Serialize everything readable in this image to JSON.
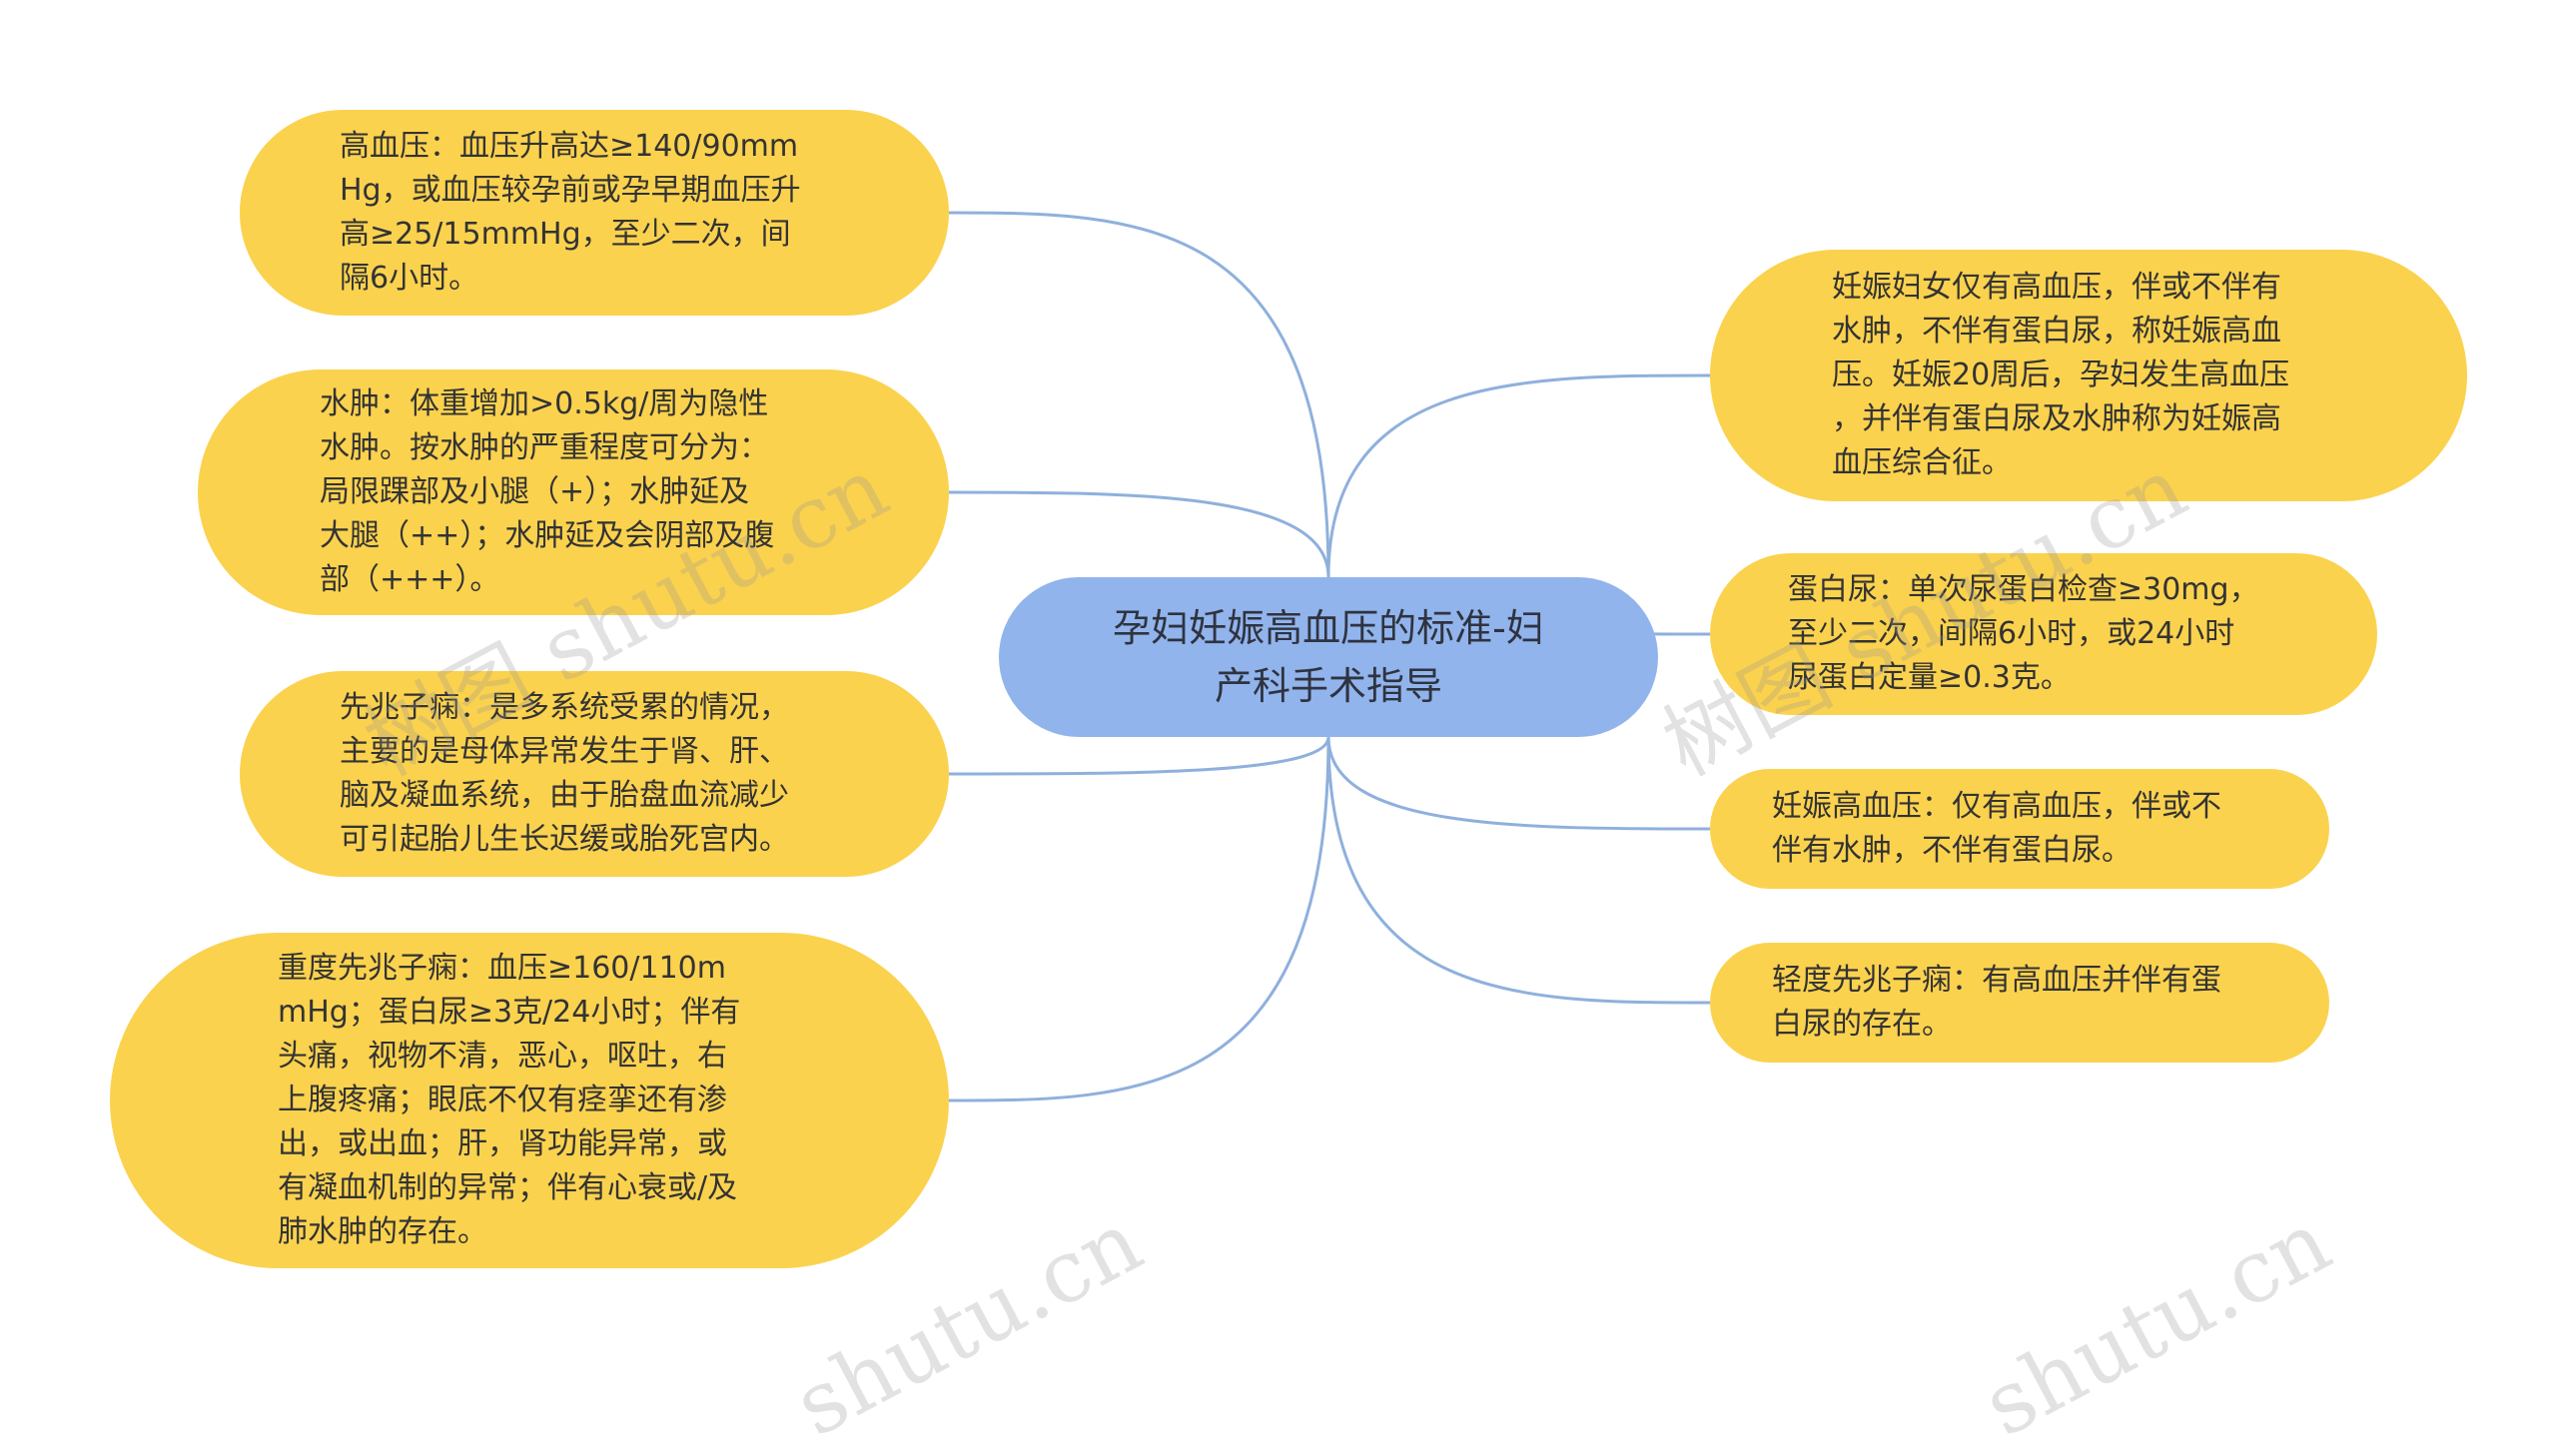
{
  "diagram": {
    "root": {
      "label": "孕妇妊娠高血压的标准-妇\n产科手术指导"
    },
    "left_nodes": [
      {
        "id": "hypertension",
        "label": "高血压：血压升高达≥140/90mm\nHg，或血压较孕前或孕早期血压升\n高≥25/15mmHg，至少二次，间\n隔6小时。"
      },
      {
        "id": "edema",
        "label": "水肿：体重增加>0.5kg/周为隐性\n水肿。按水肿的严重程度可分为：\n局限踝部及小腿（+）；水肿延及\n大腿（++）；水肿延及会阴部及腹\n部（+++）。"
      },
      {
        "id": "preeclampsia",
        "label": "先兆子痫：是多系统受累的情况，\n主要的是母体异常发生于肾、肝、\n脑及凝血系统，由于胎盘血流减少\n可引起胎儿生长迟缓或胎死宫内。"
      },
      {
        "id": "severe-preeclampsia",
        "label": "重度先兆子痫：血压≥160/110m\nmHg；蛋白尿≥3克/24小时；伴有\n头痛，视物不清，恶心，呕吐，右\n上腹疼痛；眼底不仅有痉挛还有渗\n出，或出血；肝，肾功能异常，或\n有凝血机制的异常；伴有心衰或/及\n肺水肿的存在。"
      }
    ],
    "right_nodes": [
      {
        "id": "definition",
        "label": "妊娠妇女仅有高血压，伴或不伴有\n水肿，不伴有蛋白尿，称妊娠高血\n压。妊娠20周后，孕妇发生高血压\n，并伴有蛋白尿及水肿称为妊娠高\n血压综合征。"
      },
      {
        "id": "proteinuria",
        "label": "蛋白尿：单次尿蛋白检查≥30mg，\n至少二次，间隔6小时，或24小时\n尿蛋白定量≥0.3克。"
      },
      {
        "id": "gestational-hypertension",
        "label": "妊娠高血压：仅有高血压，伴或不\n伴有水肿，不伴有蛋白尿。"
      },
      {
        "id": "mild-preeclampsia",
        "label": "轻度先兆子痫：有高血压并伴有蛋\n白尿的存在。"
      }
    ]
  },
  "watermarks": [
    "树图 shutu.cn",
    "树图 shutu.cn",
    "shutu.cn",
    "shutu.cn"
  ],
  "colors": {
    "root_fill": "#91b4ec",
    "leaf_fill": "#fbd24e",
    "link": "#8fb0dd",
    "text": "#333333"
  }
}
